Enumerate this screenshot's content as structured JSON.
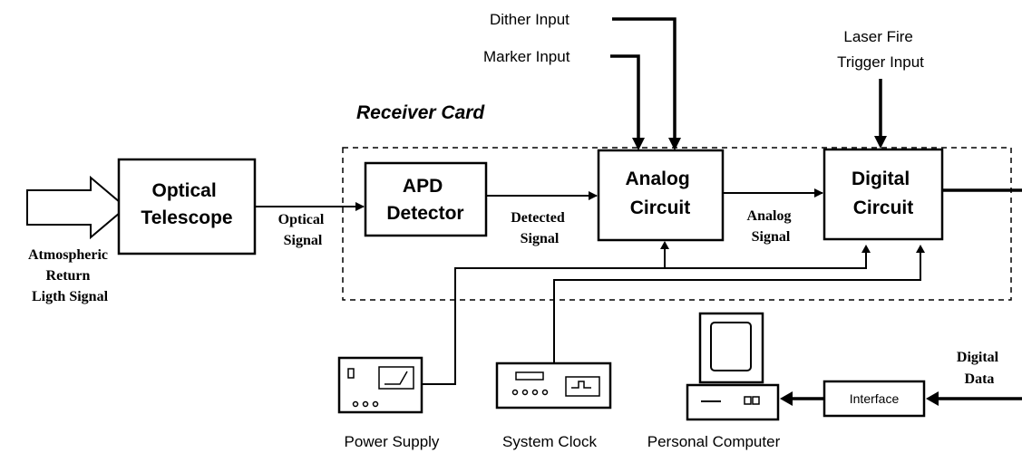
{
  "inputs": {
    "dither": "Dither Input",
    "marker": "Marker Input",
    "laser_fire_line1": "Laser Fire",
    "laser_fire_line2": "Trigger Input"
  },
  "receiver_card": {
    "title": "Receiver Card"
  },
  "blocks": {
    "optical_telescope": [
      "Optical",
      "Telescope"
    ],
    "apd_detector": [
      "APD",
      "Detector"
    ],
    "analog_circuit": [
      "Analog",
      "Circuit"
    ],
    "digital_circuit": [
      "Digital",
      "Circuit"
    ],
    "interface": "Interface"
  },
  "signals": {
    "atmospheric": [
      "Atmospheric",
      "Return",
      "Ligth Signal"
    ],
    "optical": [
      "Optical",
      "Signal"
    ],
    "detected": [
      "Detected",
      "Signal"
    ],
    "analog": [
      "Analog",
      "Signal"
    ],
    "digital": [
      "Digital",
      "Data"
    ]
  },
  "equipment": {
    "power_supply": "Power Supply",
    "system_clock": "System Clock",
    "personal_computer": "Personal Computer"
  }
}
